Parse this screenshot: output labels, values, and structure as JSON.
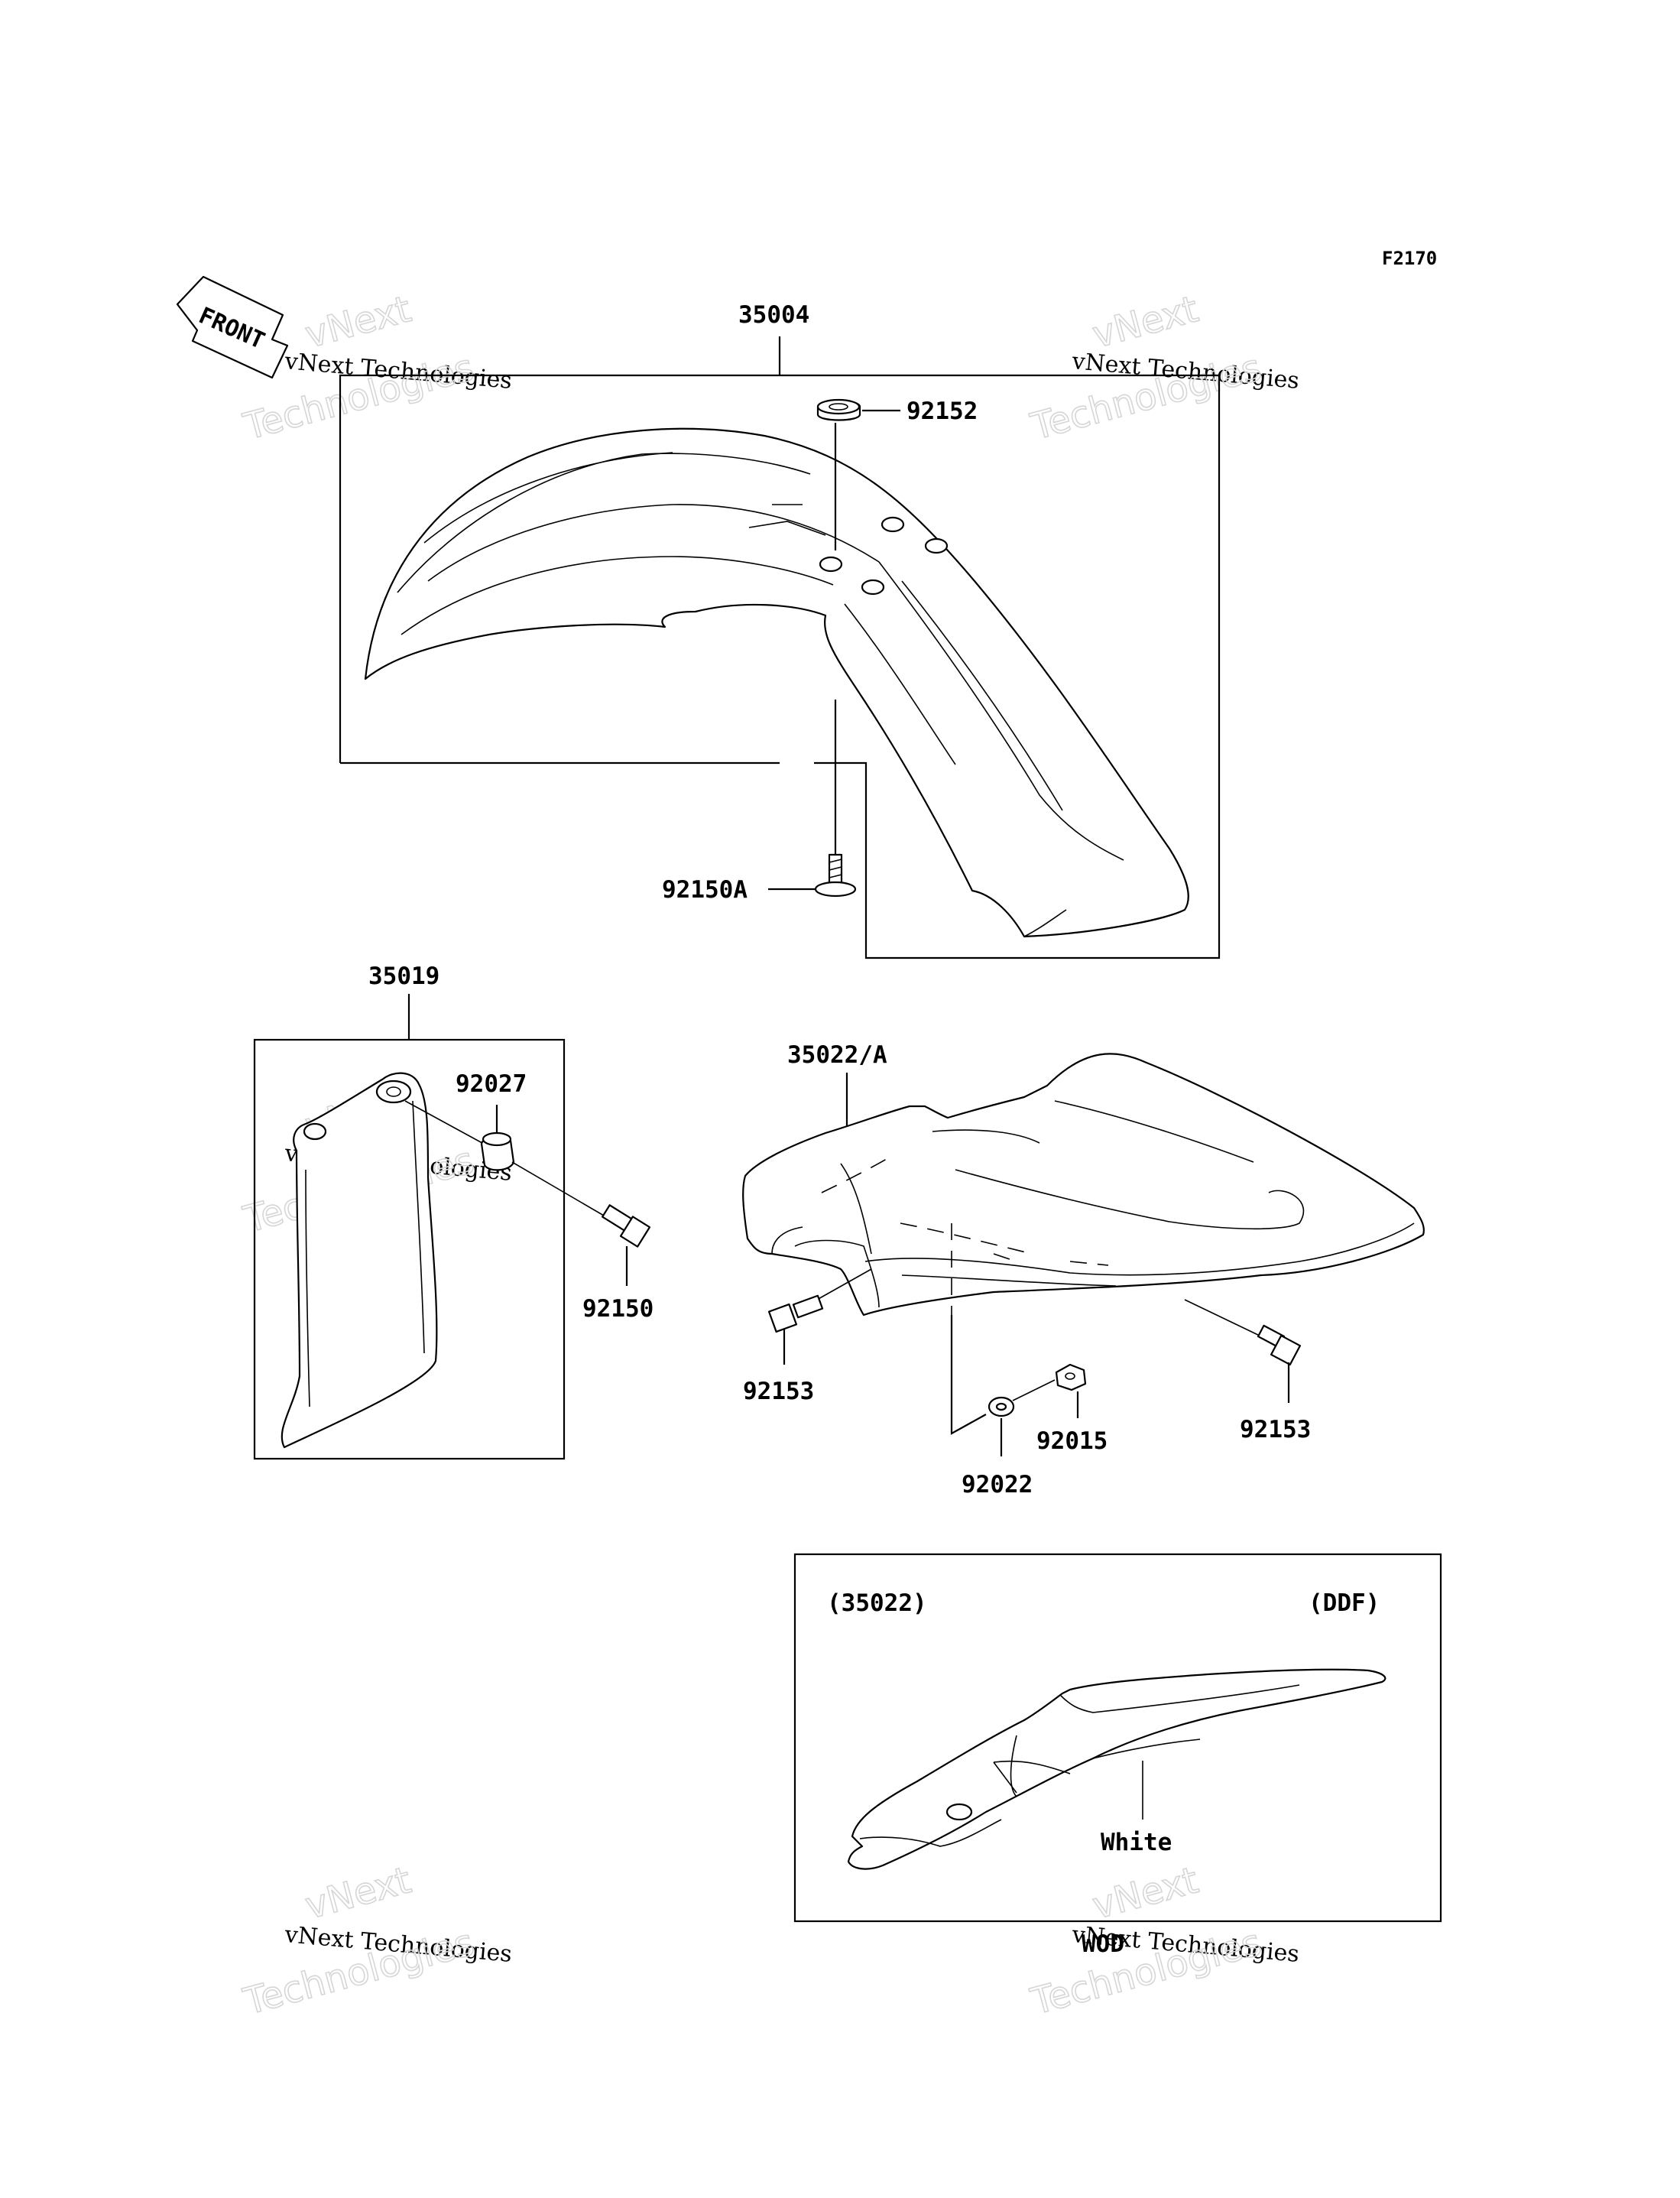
{
  "diagram": {
    "figure_code": "F2170",
    "front_label": "FRONT",
    "watermark_line1": "vNext",
    "watermark_line2": "vNext Technologies",
    "watermark_line3": "Technologies",
    "callouts": {
      "p35004": "35004",
      "p92152": "92152",
      "p92150A": "92150A",
      "p35019": "35019",
      "p92027": "92027",
      "p92150": "92150",
      "p35022A": "35022/A",
      "p92153_left": "92153",
      "p92153_right": "92153",
      "p92015": "92015",
      "p92022": "92022"
    },
    "inset": {
      "left_label": "(35022)",
      "right_label": "(DDF)",
      "color_note": "White",
      "variant": "WOD"
    }
  }
}
